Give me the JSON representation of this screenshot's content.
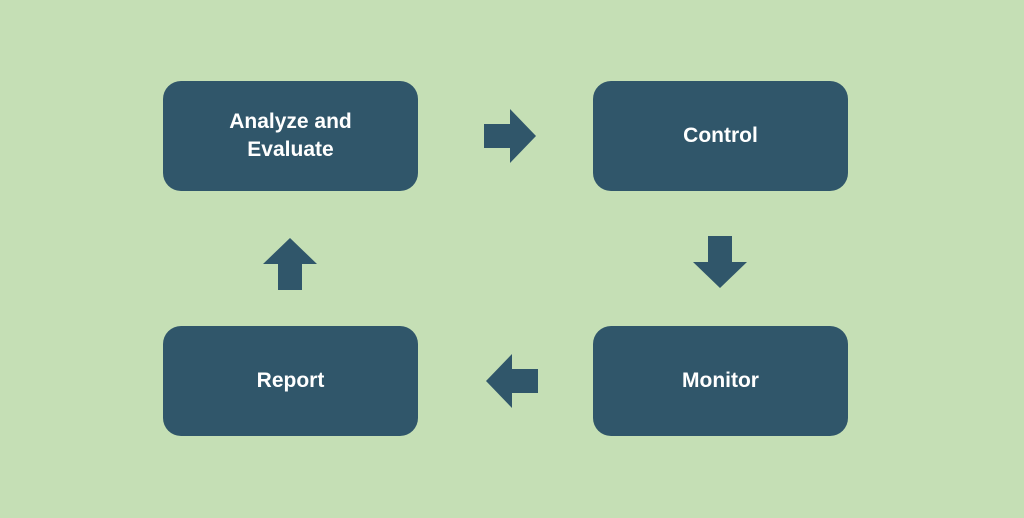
{
  "diagram": {
    "nodes": [
      {
        "id": "analyze",
        "label": "Analyze and Evaluate"
      },
      {
        "id": "control",
        "label": "Control"
      },
      {
        "id": "monitor",
        "label": "Monitor"
      },
      {
        "id": "report",
        "label": "Report"
      }
    ],
    "edges": [
      {
        "from": "analyze",
        "to": "control",
        "direction": "right"
      },
      {
        "from": "control",
        "to": "monitor",
        "direction": "down"
      },
      {
        "from": "monitor",
        "to": "report",
        "direction": "left"
      },
      {
        "from": "report",
        "to": "analyze",
        "direction": "up"
      }
    ]
  },
  "colors": {
    "background": "#c5dfb5",
    "node_fill": "#30566a",
    "arrow_fill": "#30566a",
    "node_text": "#ffffff"
  },
  "icons": {
    "arrow_right": "arrow-right-icon",
    "arrow_down": "arrow-down-icon",
    "arrow_left": "arrow-left-icon",
    "arrow_up": "arrow-up-icon"
  }
}
